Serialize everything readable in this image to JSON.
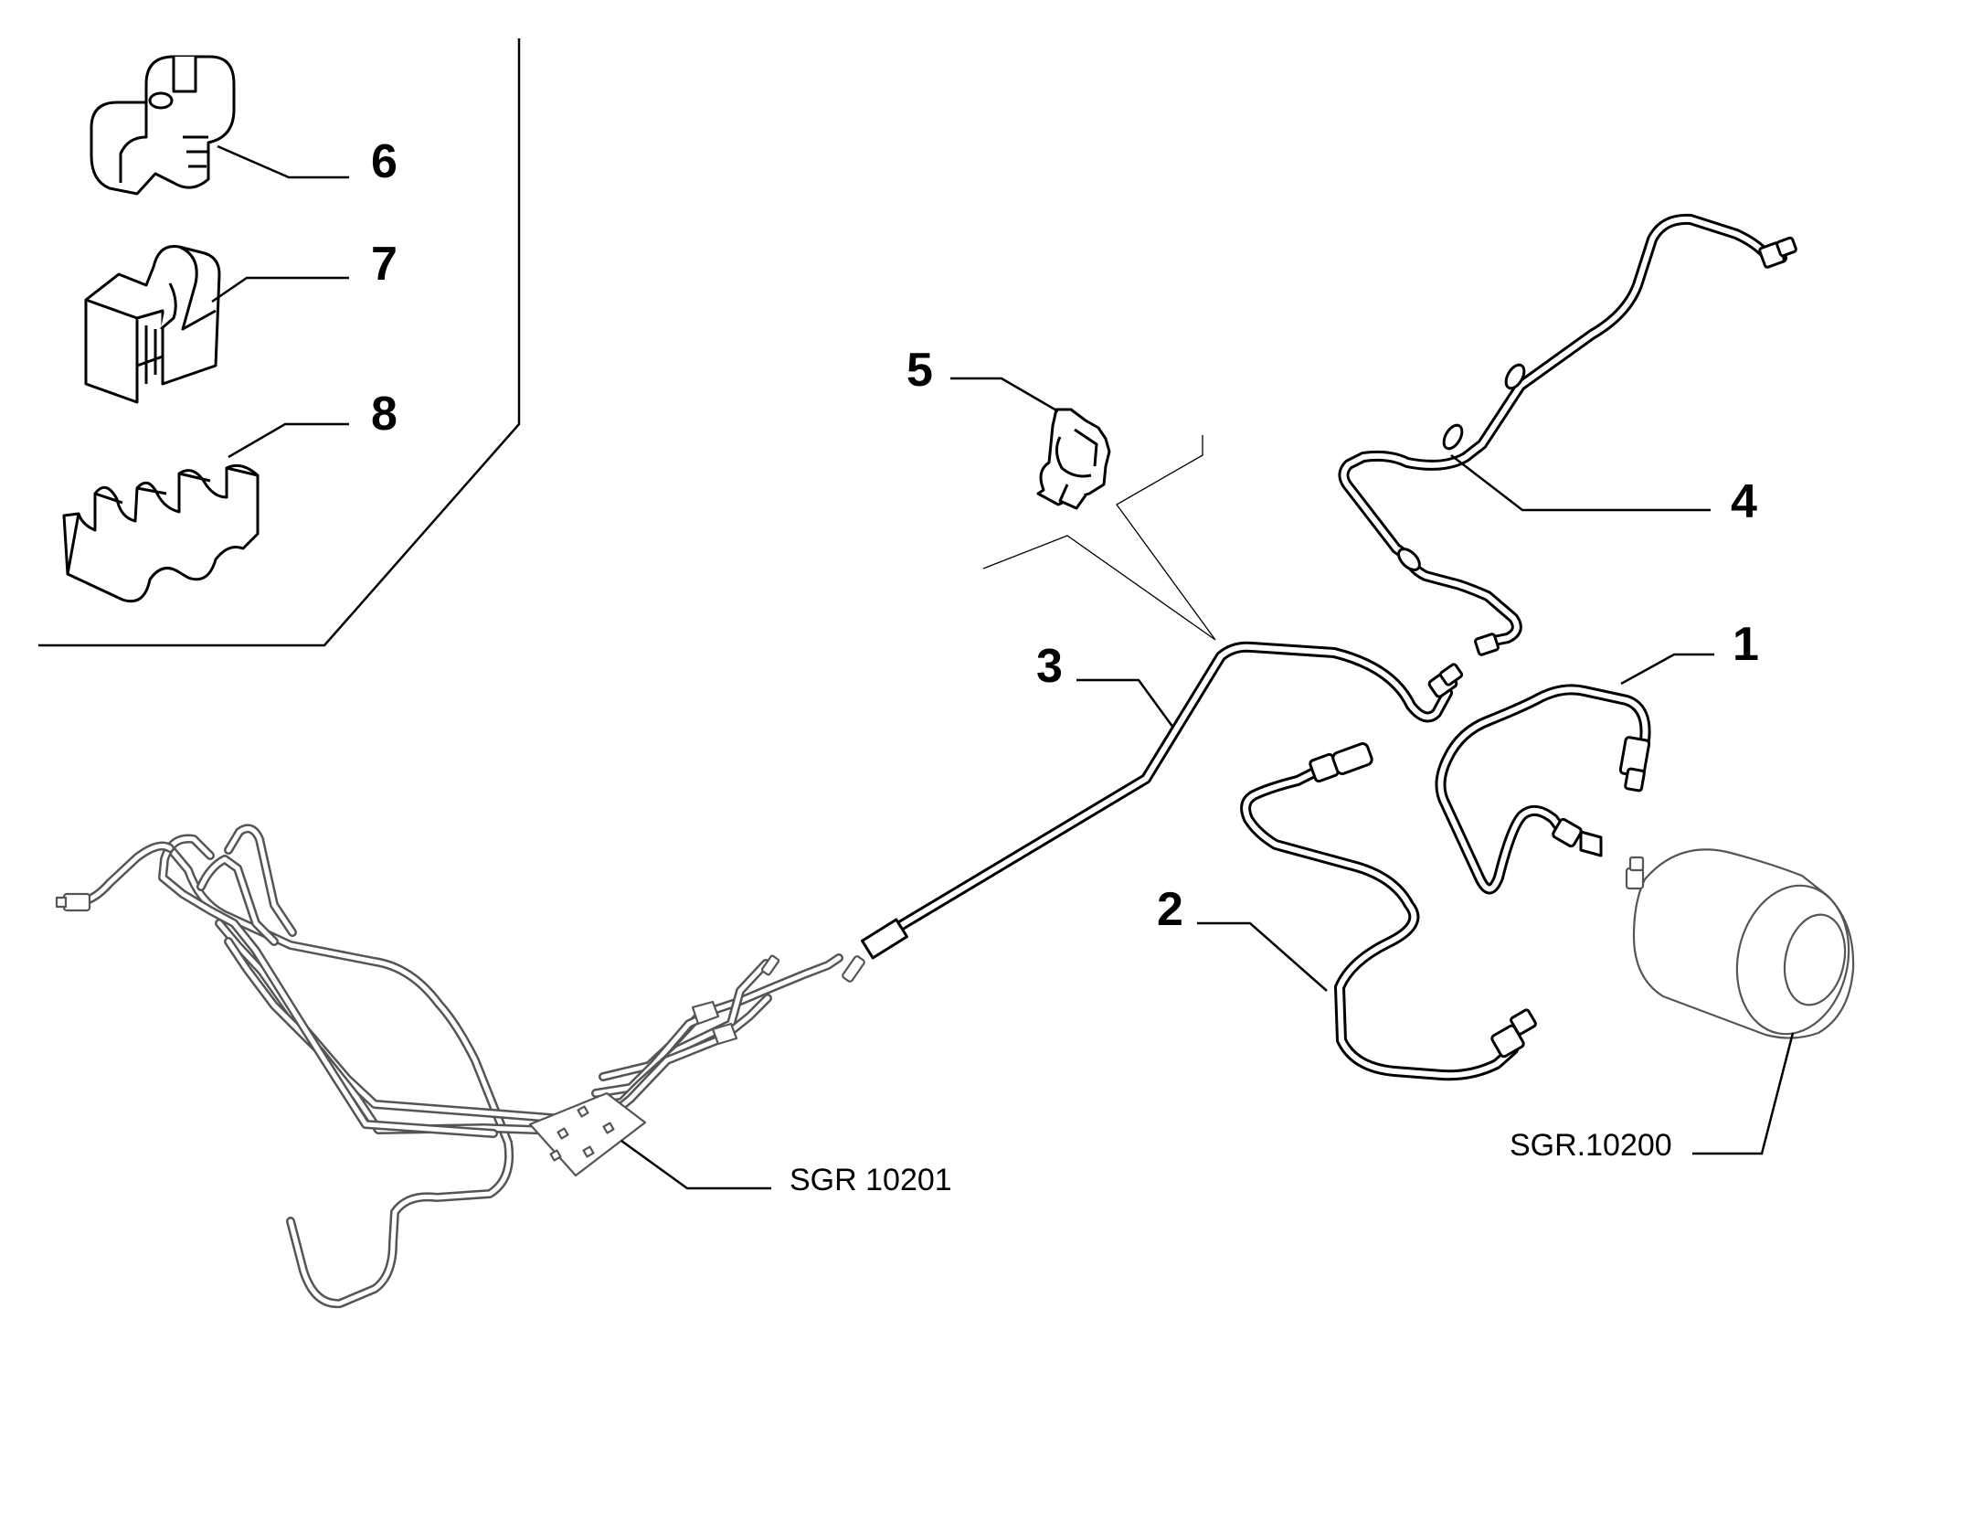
{
  "callouts": {
    "c1": "1",
    "c2": "2",
    "c3": "3",
    "c4": "4",
    "c5": "5",
    "c6": "6",
    "c7": "7",
    "c8": "8"
  },
  "references": {
    "ref_manifold": "SGR 10201",
    "ref_reservoir": "SGR.10200"
  }
}
